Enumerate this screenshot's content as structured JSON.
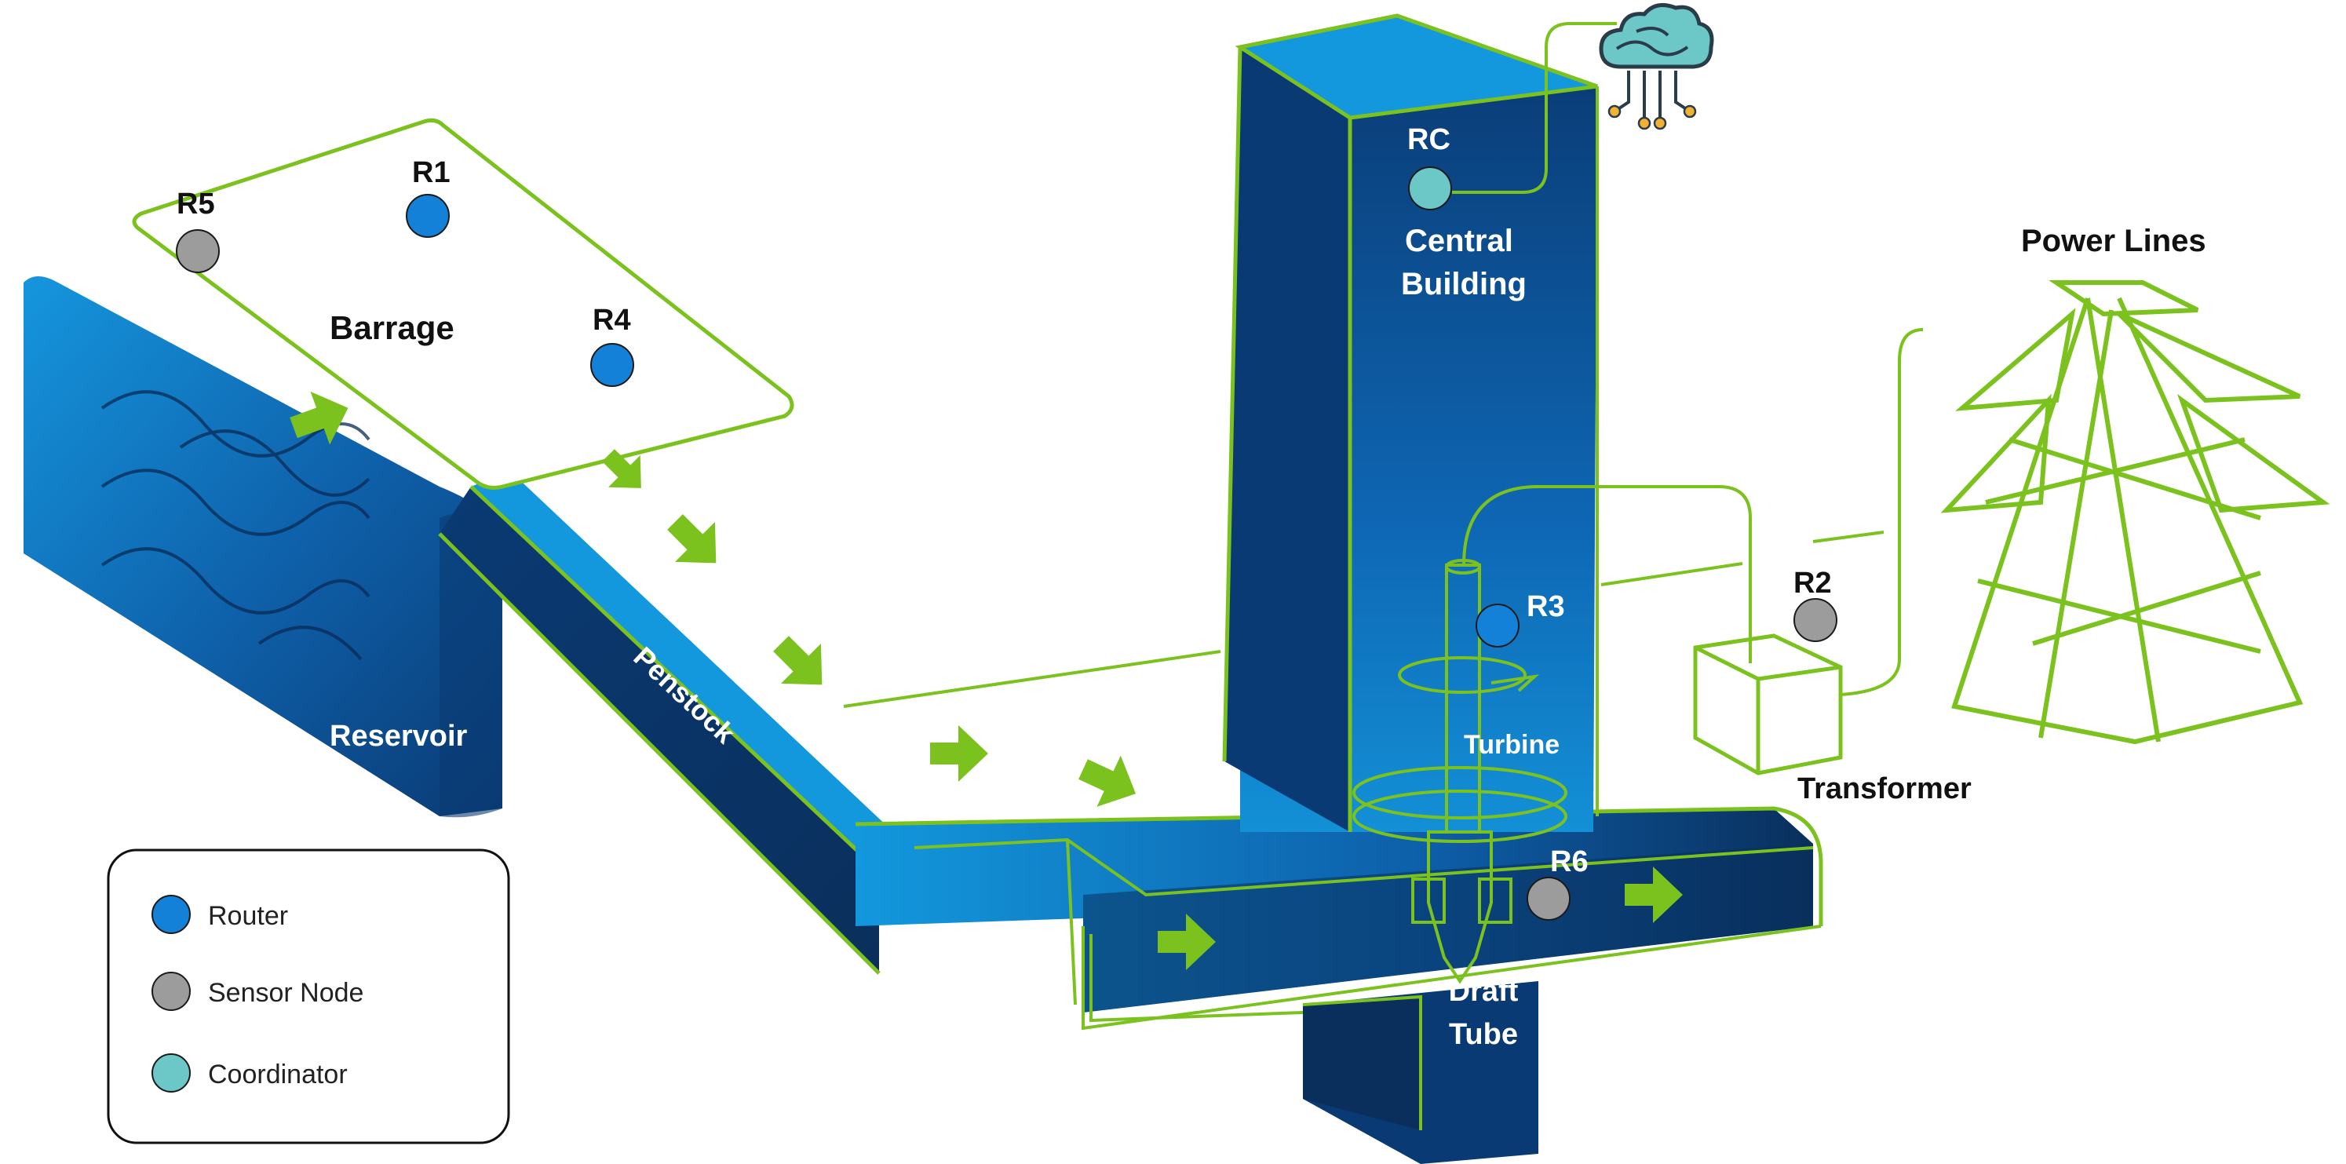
{
  "colors": {
    "green": "#7cc21f",
    "blue_dark": "#0a3a73",
    "blue_mid": "#0f6fbd",
    "blue_light": "#1398dd",
    "router": "#1381d8",
    "sensor_node": "#9c9c9c",
    "coordinator": "#6cc7c7"
  },
  "labels": {
    "barrage": "Barrage",
    "reservoir": "Reservoir",
    "penstock": "Penstock",
    "central_building_line1": "Central",
    "central_building_line2": "Building",
    "turbine": "Turbine",
    "draft_tube_line1": "Draft",
    "draft_tube_line2": "Tube",
    "transformer": "Transformer",
    "power_lines": "Power Lines"
  },
  "nodes": {
    "r1": {
      "label": "R1",
      "type": "router"
    },
    "r2": {
      "label": "R2",
      "type": "sensor_node"
    },
    "r3": {
      "label": "R3",
      "type": "router"
    },
    "r4": {
      "label": "R4",
      "type": "router"
    },
    "r5": {
      "label": "R5",
      "type": "sensor_node"
    },
    "r6": {
      "label": "R6",
      "type": "sensor_node"
    },
    "rc": {
      "label": "RC",
      "type": "coordinator"
    }
  },
  "legend": {
    "items": [
      {
        "label": "Router",
        "type": "router"
      },
      {
        "label": "Sensor Node",
        "type": "sensor_node"
      },
      {
        "label": "Coordinator",
        "type": "coordinator"
      }
    ]
  },
  "icons": {
    "cloud": "cloud-network-icon",
    "flow_arrow": "flow-arrow-icon"
  }
}
